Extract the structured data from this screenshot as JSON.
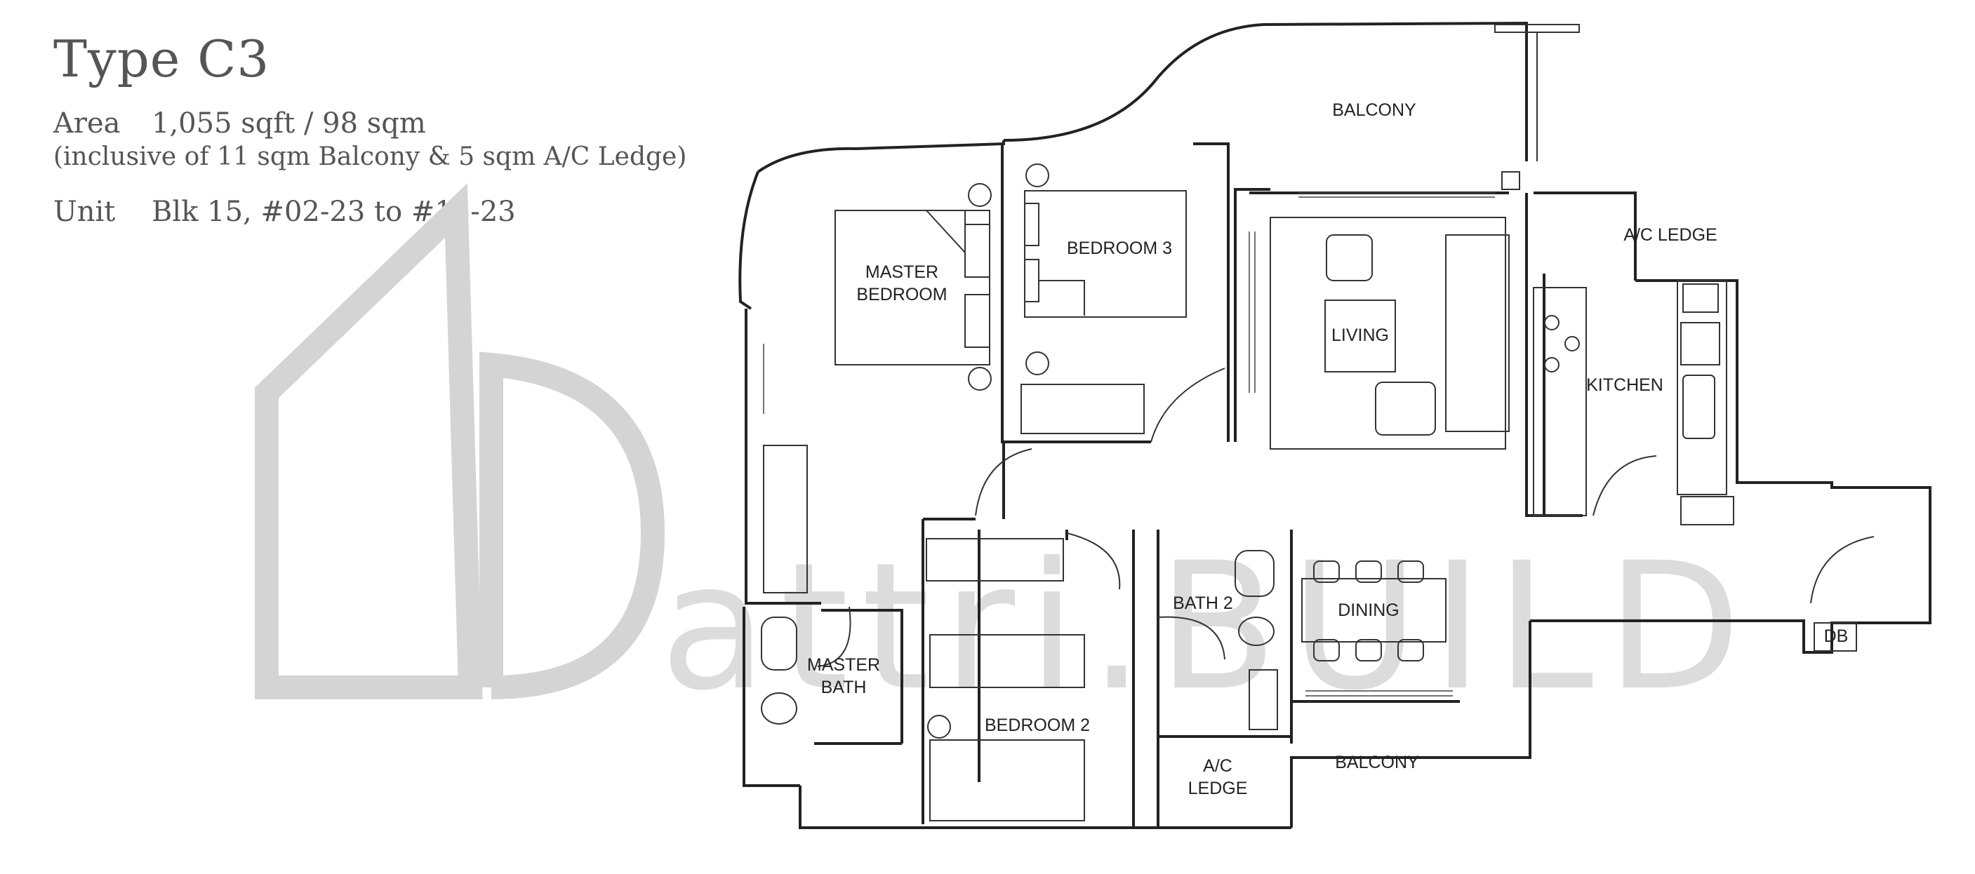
{
  "header": {
    "title": "Type C3",
    "area_label": "Area",
    "area_value": "1,055 sqft / 98 sqm",
    "area_note": "(inclusive of 11 sqm Balcony & 5 sqm A/C Ledge)",
    "unit_label": "Unit",
    "unit_value": "Blk 15, #02-23 to #15-23"
  },
  "watermark": {
    "text": "attri.BUILD"
  },
  "rooms": {
    "balcony_top": "BALCONY",
    "ac_ledge_top": "A/C LEDGE",
    "master_bedroom_1": "MASTER",
    "master_bedroom_2": "BEDROOM",
    "bedroom3": "BEDROOM 3",
    "living": "LIVING",
    "kitchen": "KITCHEN",
    "master_bath_1": "MASTER",
    "master_bath_2": "BATH",
    "bedroom2": "BEDROOM 2",
    "bath2": "BATH 2",
    "dining": "DINING",
    "ac_ledge_bottom_1": "A/C",
    "ac_ledge_bottom_2": "LEDGE",
    "balcony_bottom": "BALCONY",
    "db": "DB"
  }
}
